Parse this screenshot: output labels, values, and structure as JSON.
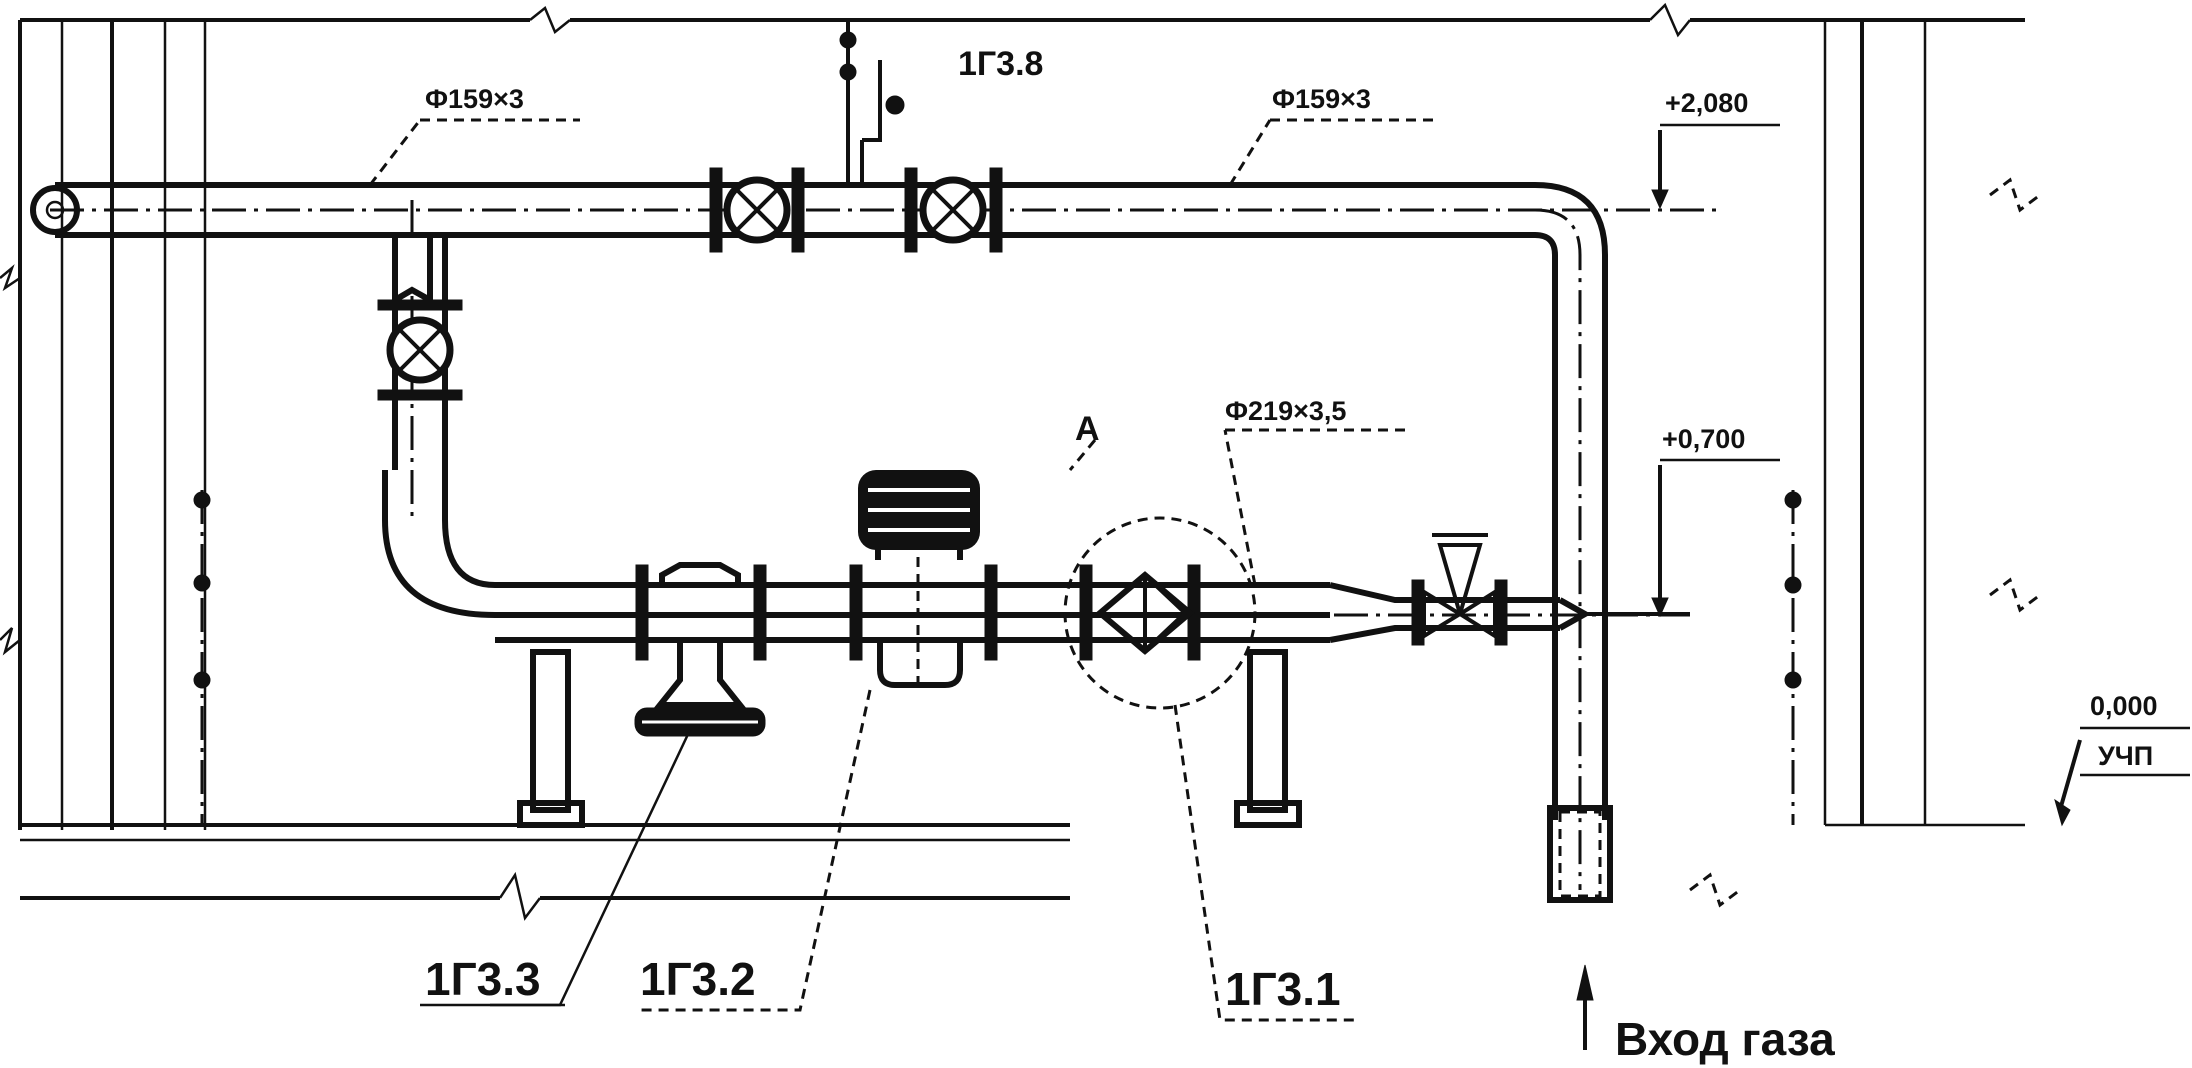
{
  "labels": {
    "top_pipe_left": "Ф159×3",
    "top_pipe_right": "Ф159×3",
    "lower_pipe": "Ф219×3,5",
    "elev_top": "+2,080",
    "elev_mid": "+0,700",
    "elev_ground": "0,000",
    "ground_mark": "УЧП",
    "detail_a": "А",
    "item_1g38": "1Г3.8",
    "item_1g33": "1Г3.3",
    "item_1g32": "1Г3.2",
    "item_1g31": "1Г3.1",
    "gas_inlet": "Вход газа"
  },
  "colors": {
    "ink": "#111111",
    "paper": "#ffffff"
  }
}
